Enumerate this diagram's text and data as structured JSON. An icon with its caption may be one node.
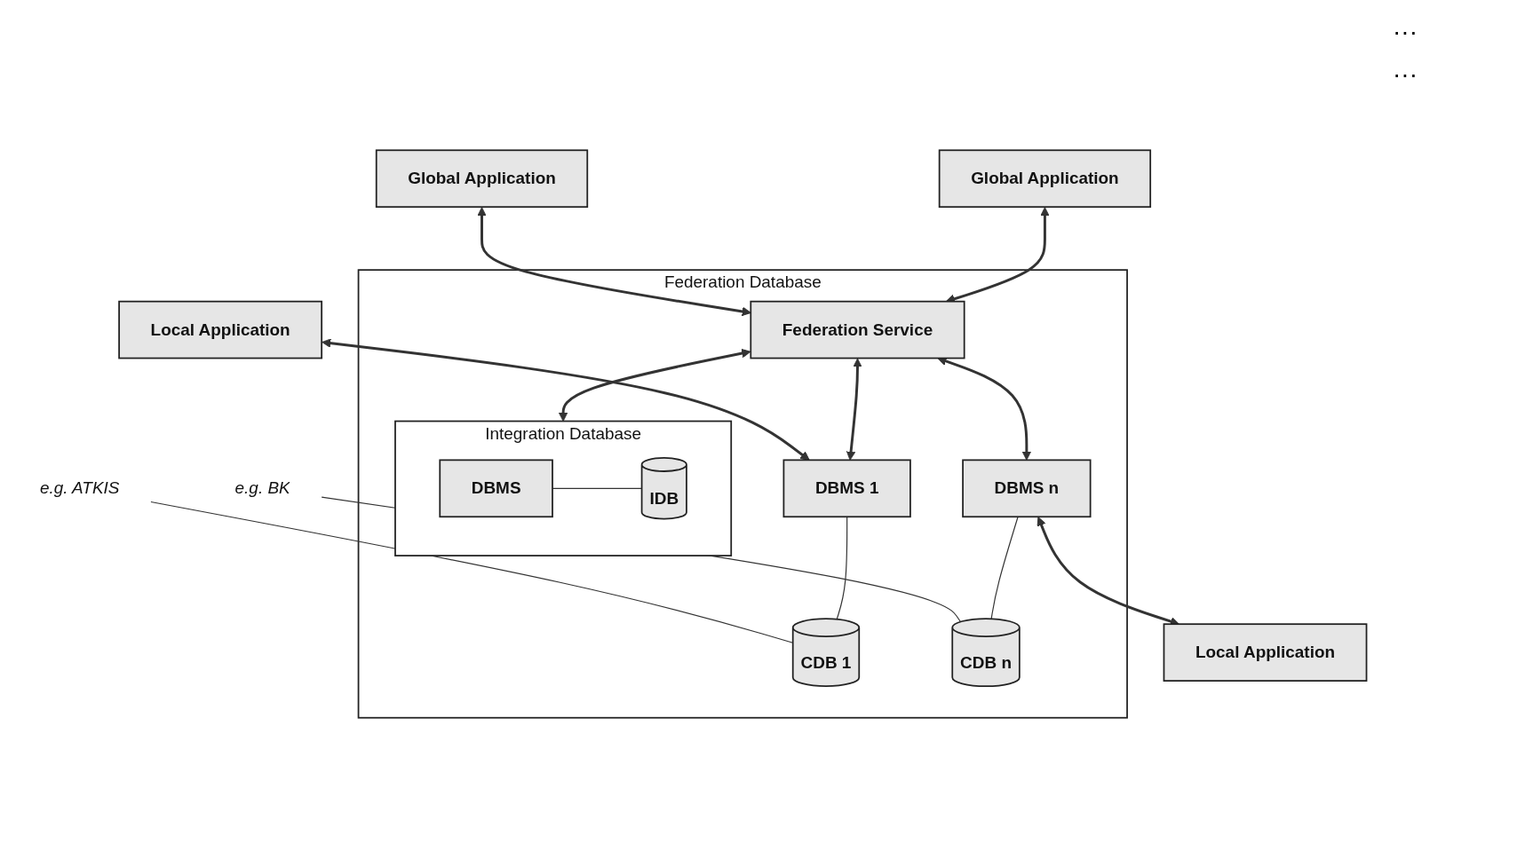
{
  "diagram": {
    "nodes": [
      {
        "text": [
          "Global Application"
        ]
      },
      {
        "text": [
          "Global Application"
        ]
      },
      {
        "text": [
          "Federation Database"
        ]
      },
      {
        "text": [
          "Federation Service"
        ],
        "in": 2
      },
      {
        "text": [
          "Integration Database"
        ],
        "in": 2
      },
      {
        "text": [
          "DBMS"
        ],
        "in": 4
      },
      {
        "text": [
          "IDB"
        ],
        "in": 4
      },
      {
        "text": [
          "Local Application"
        ]
      },
      {
        "text": [
          "DBMS 1"
        ],
        "in": 2
      },
      {
        "text": [
          "DBMS n"
        ],
        "in": 2
      },
      {
        "text": [
          "Local Application"
        ]
      },
      {
        "text": [
          "CDB 1"
        ],
        "in": 2
      },
      {
        "text": [
          "CDB n"
        ],
        "in": 2
      },
      {
        "text": [
          "e.g. ATKIS"
        ]
      },
      {
        "text": [
          "e.g. BK"
        ]
      }
    ],
    "edges": [
      {
        "from": 0,
        "to": 3,
        "arrow": "both"
      },
      {
        "from": 1,
        "to": 3,
        "arrow": "both"
      },
      {
        "from": 3,
        "to": 4,
        "arrow": "both"
      },
      {
        "from": 3,
        "to": 8,
        "arrow": "both"
      },
      {
        "from": 3,
        "to": 9,
        "arrow": "both"
      },
      {
        "from": 5,
        "to": 6,
        "arrow": "none"
      },
      {
        "from": 7,
        "to": 8,
        "arrow": "both"
      },
      {
        "from": 9,
        "to": 10,
        "arrow": "both"
      },
      {
        "from": 8,
        "to": 11,
        "arrow": "none"
      },
      {
        "from": 9,
        "to": 12,
        "arrow": "none"
      },
      {
        "from": 13,
        "to": 11,
        "arrow": "none"
      },
      {
        "from": 14,
        "to": 12,
        "arrow": "none"
      }
    ],
    "labels": [
      "···",
      "···"
    ]
  }
}
